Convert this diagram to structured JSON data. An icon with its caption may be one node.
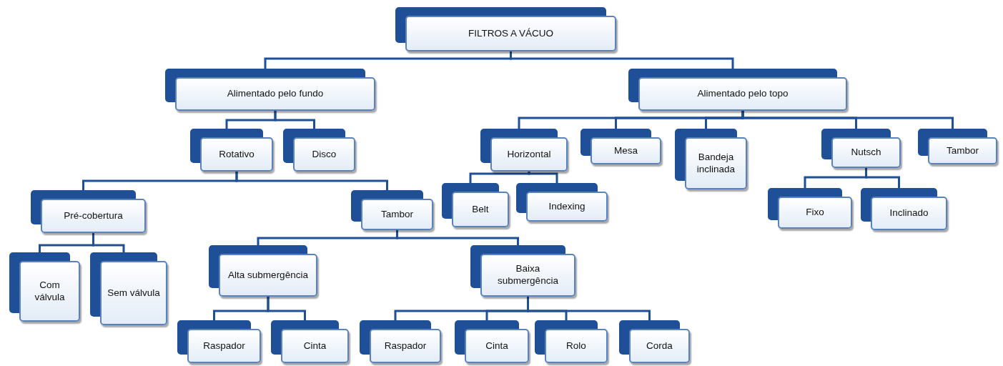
{
  "diagram": {
    "nodes": [
      {
        "text": [
          "FILTROS A VÁCUO"
        ]
      },
      {
        "text": [
          "Alimentado pelo fundo"
        ]
      },
      {
        "text": [
          "Alimentado pelo topo"
        ]
      },
      {
        "text": [
          "Rotativo"
        ]
      },
      {
        "text": [
          "Disco"
        ]
      },
      {
        "text": [
          "Pré-cobertura"
        ]
      },
      {
        "text": [
          "Tambor"
        ]
      },
      {
        "text": [
          "Com válvula"
        ]
      },
      {
        "text": [
          "Sem válvula"
        ]
      },
      {
        "text": [
          "Alta submergência"
        ]
      },
      {
        "text": [
          "Baixa submergência"
        ]
      },
      {
        "text": [
          "Raspador"
        ]
      },
      {
        "text": [
          "Cinta"
        ]
      },
      {
        "text": [
          "Raspador"
        ]
      },
      {
        "text": [
          "Cinta"
        ]
      },
      {
        "text": [
          "Rolo"
        ]
      },
      {
        "text": [
          "Corda"
        ]
      },
      {
        "text": [
          "Horizontal"
        ]
      },
      {
        "text": [
          "Mesa"
        ]
      },
      {
        "text": [
          "Bandeja inclinada"
        ]
      },
      {
        "text": [
          "Nutsch"
        ]
      },
      {
        "text": [
          "Tambor"
        ]
      },
      {
        "text": [
          "Belt"
        ]
      },
      {
        "text": [
          "Indexing"
        ]
      },
      {
        "text": [
          "Fixo"
        ]
      },
      {
        "text": [
          "Inclinado"
        ]
      }
    ],
    "edges": [
      {
        "from": 0,
        "to": 1,
        "arrow": "none"
      },
      {
        "from": 0,
        "to": 2,
        "arrow": "none"
      },
      {
        "from": 1,
        "to": 3,
        "arrow": "none"
      },
      {
        "from": 1,
        "to": 4,
        "arrow": "none"
      },
      {
        "from": 3,
        "to": 5,
        "arrow": "none"
      },
      {
        "from": 3,
        "to": 6,
        "arrow": "none"
      },
      {
        "from": 5,
        "to": 7,
        "arrow": "none"
      },
      {
        "from": 5,
        "to": 8,
        "arrow": "none"
      },
      {
        "from": 6,
        "to": 9,
        "arrow": "none"
      },
      {
        "from": 6,
        "to": 10,
        "arrow": "none"
      },
      {
        "from": 9,
        "to": 11,
        "arrow": "none"
      },
      {
        "from": 9,
        "to": 12,
        "arrow": "none"
      },
      {
        "from": 10,
        "to": 13,
        "arrow": "none"
      },
      {
        "from": 10,
        "to": 14,
        "arrow": "none"
      },
      {
        "from": 10,
        "to": 15,
        "arrow": "none"
      },
      {
        "from": 10,
        "to": 16,
        "arrow": "none"
      },
      {
        "from": 2,
        "to": 17,
        "arrow": "none"
      },
      {
        "from": 2,
        "to": 18,
        "arrow": "none"
      },
      {
        "from": 2,
        "to": 19,
        "arrow": "none"
      },
      {
        "from": 2,
        "to": 20,
        "arrow": "none"
      },
      {
        "from": 2,
        "to": 21,
        "arrow": "none"
      },
      {
        "from": 17,
        "to": 22,
        "arrow": "none"
      },
      {
        "from": 17,
        "to": 23,
        "arrow": "none"
      },
      {
        "from": 20,
        "to": 24,
        "arrow": "none"
      },
      {
        "from": 20,
        "to": 25,
        "arrow": "none"
      }
    ]
  }
}
